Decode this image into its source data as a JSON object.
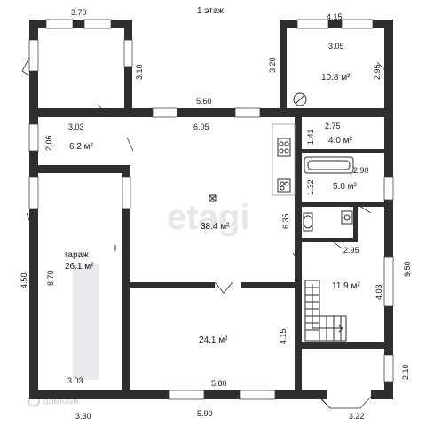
{
  "plan": {
    "floor_label": "1 этаж",
    "watermark": "etagi",
    "watermark_small": "ДомКлик",
    "rooms": [
      {
        "id": "garage",
        "name": "гараж",
        "area": "26.1 м²"
      },
      {
        "id": "room_small",
        "area": "6.2 м²"
      },
      {
        "id": "room_tr",
        "area": "10.8 м²"
      },
      {
        "id": "room_4",
        "area": "4.0 м²"
      },
      {
        "id": "bath",
        "area": "5.0 м²"
      },
      {
        "id": "hall",
        "area": "38.4 м²"
      },
      {
        "id": "stairs_room",
        "area": "11.9 м²"
      },
      {
        "id": "room_bottom",
        "area": "24.1 м²"
      }
    ],
    "dimensions": {
      "top_left_width": "3.70",
      "top_left_height": "3.10",
      "top_right_width": "4.15",
      "top_right_inner_width": "3.05",
      "top_right_left_height": "3.20",
      "top_right_right_height": "2.95",
      "corridor_top": "5.60",
      "small_room_width": "3.03",
      "small_room_height": "2.06",
      "hall_width": "6.05",
      "room4_width": "2.75",
      "room4_height": "1.41",
      "bath_width": "2.90",
      "bath_height": "1.32",
      "hall_height": "6.35",
      "wc_width": "2.95",
      "right_outer_height": "9.50",
      "stairs_height": "4.03",
      "left_outer_height": "4.50",
      "garage_height": "8.70",
      "garage_width_inner": "3.03",
      "bottom_room_height": "4.15",
      "bottom_room_width": "5.80",
      "bottom_total_width": "5.90",
      "garage_bottom_width": "3.30",
      "corner_height": "2.10",
      "corner_width": "3.22"
    }
  }
}
